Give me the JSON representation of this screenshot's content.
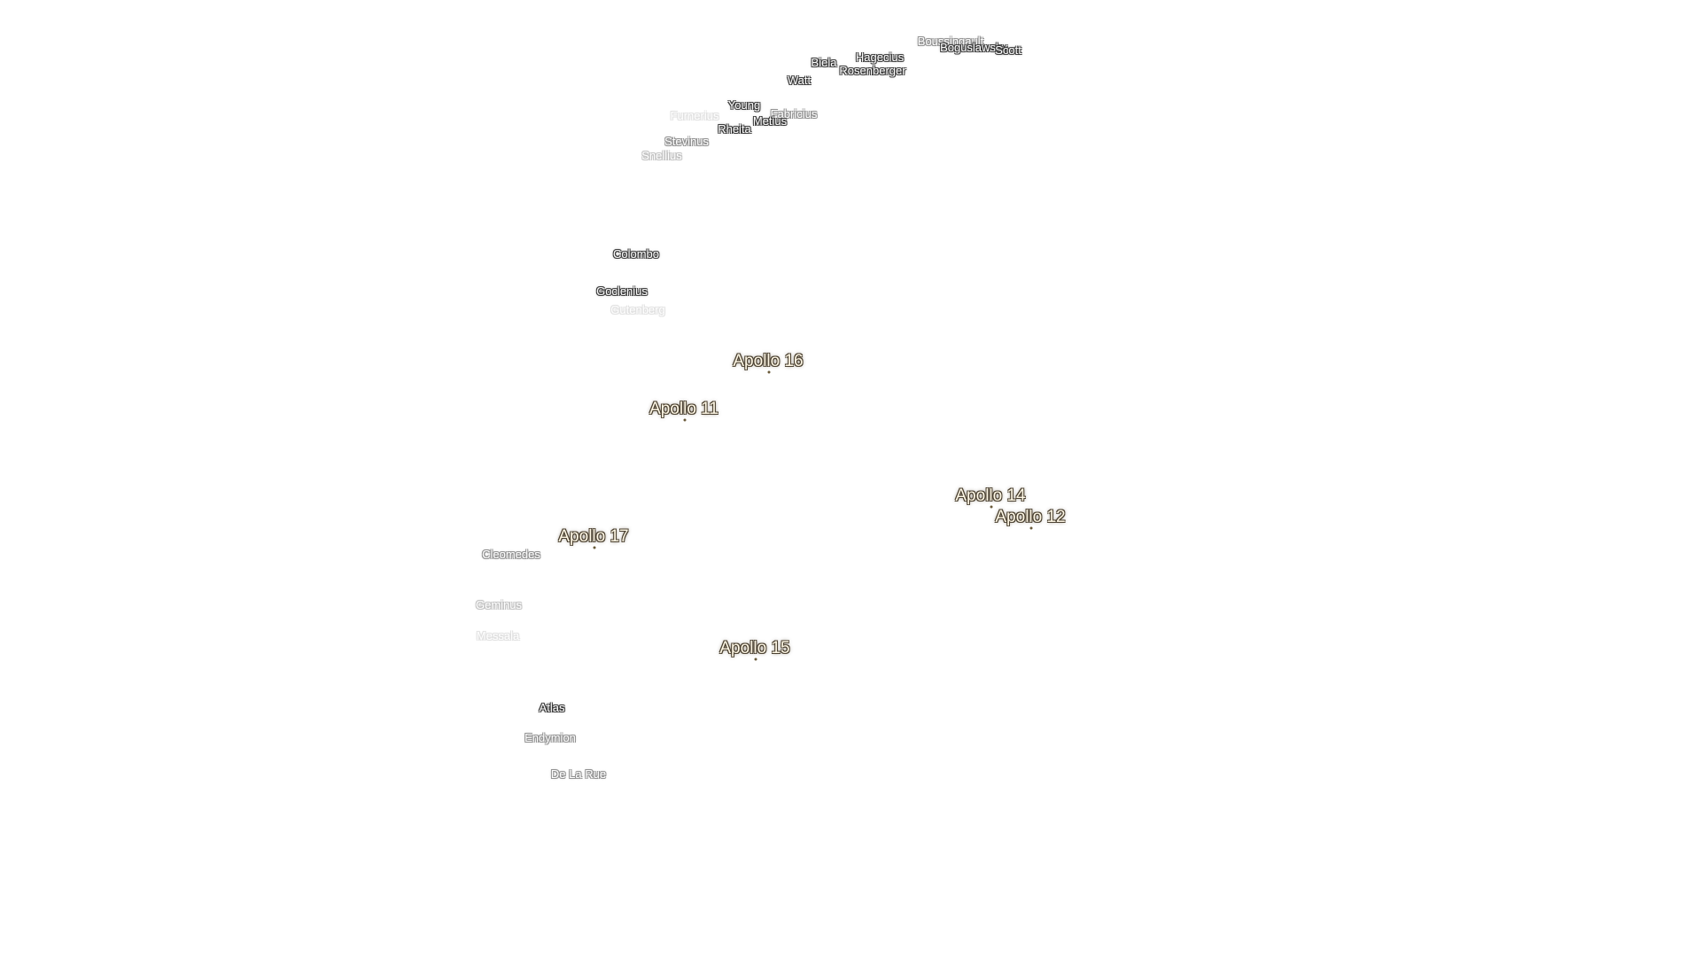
{
  "craters": {
    "boussingault": "Boussingault",
    "boguslawsky": "Boguslawsky",
    "scott": "Scott",
    "hagecius": "Hagecius",
    "rosenberger": "Rosenberger",
    "biela": "Biela",
    "watt": "Watt",
    "young": "Young",
    "fabricius": "Fabricius",
    "metius": "Metius",
    "furnerius": "Furnerius",
    "rheita": "Rheita",
    "stevinus": "Stevinus",
    "snellius": "Snellius",
    "colombo": "Colombo",
    "goclenius": "Goclenius",
    "gutenberg": "Gutenberg",
    "cleomedes": "Cleomedes",
    "geminus": "Geminus",
    "messala": "Messala",
    "atlas": "Atlas",
    "endymion": "Endymion",
    "de_la_rue": "De La Rue"
  },
  "apollo_sites": {
    "apollo_16": "Apollo 16",
    "apollo_11": "Apollo 11",
    "apollo_14": "Apollo 14",
    "apollo_12": "Apollo 12",
    "apollo_17": "Apollo 17",
    "apollo_15": "Apollo 15"
  },
  "colors": {
    "background": "#ffffff",
    "crater_label": "#ffffff",
    "apollo_label": "#fff8e6",
    "label_halo": "#3a3a3a"
  }
}
